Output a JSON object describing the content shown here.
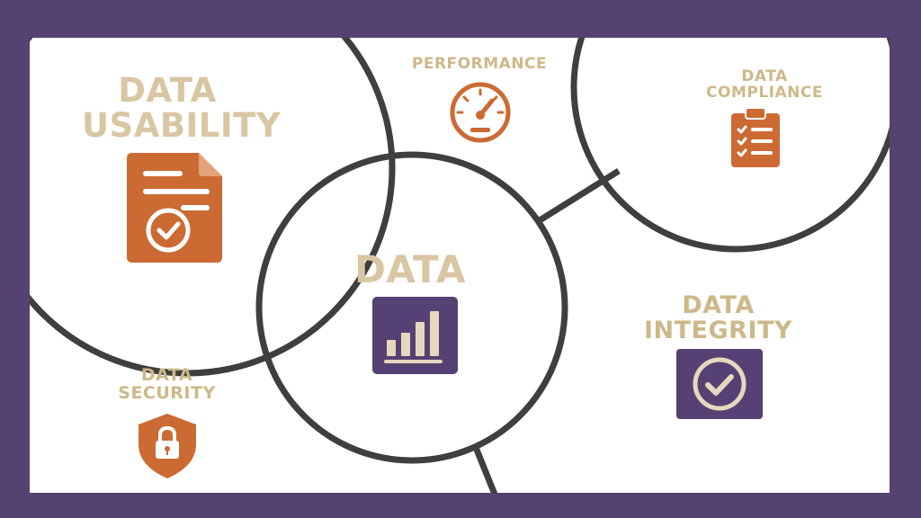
{
  "colors": {
    "frame": "#554270",
    "background": "#ffffff",
    "circle_stroke": "#3f3f3f",
    "label_beige": "#d9c6a2",
    "label_tan": "#cdb88a",
    "orange": "#cc6a33",
    "purple": "#564174",
    "icon_light": "#e7d8bd"
  },
  "labels": {
    "usability": [
      "DATA",
      "USABILITY"
    ],
    "performance": "PERFORMANCE",
    "compliance": [
      "DATA",
      "COMPLIANCE"
    ],
    "data": "DATA",
    "integrity": [
      "DATA",
      "INTEGRITY"
    ],
    "security": [
      "DATA",
      "SECURITY"
    ]
  },
  "icons": {
    "usability": "document-check-icon",
    "performance": "speedometer-icon",
    "compliance": "clipboard-checklist-icon",
    "data": "bar-chart-icon",
    "integrity": "check-circle-icon",
    "security": "shield-lock-icon"
  }
}
